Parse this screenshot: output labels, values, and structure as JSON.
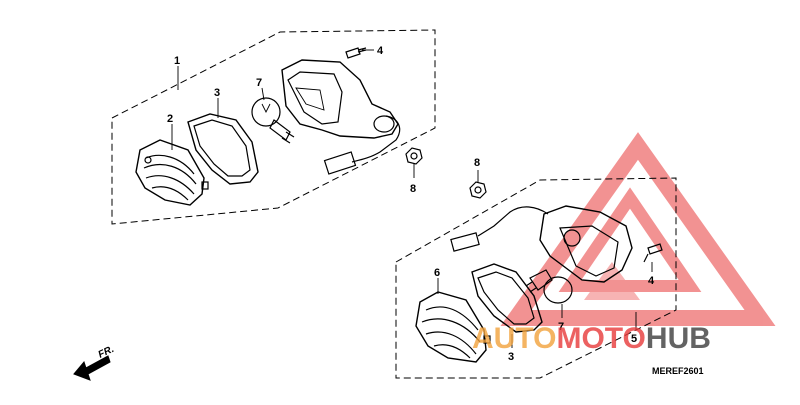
{
  "diagram": {
    "callouts_upper": [
      "1",
      "2",
      "3",
      "4",
      "7",
      "8"
    ],
    "callouts_lower": [
      "8",
      "6",
      "4",
      "7",
      "3",
      "5"
    ],
    "direction_label": "FR.",
    "drawing_code": "MEREF2601"
  },
  "watermark": {
    "part1": "AUTO",
    "part2": "MOTO",
    "part3": "HUB",
    "color_red": "#e83a3a",
    "color_orange": "#f2a23c",
    "color_dark": "#3d3d3d"
  }
}
